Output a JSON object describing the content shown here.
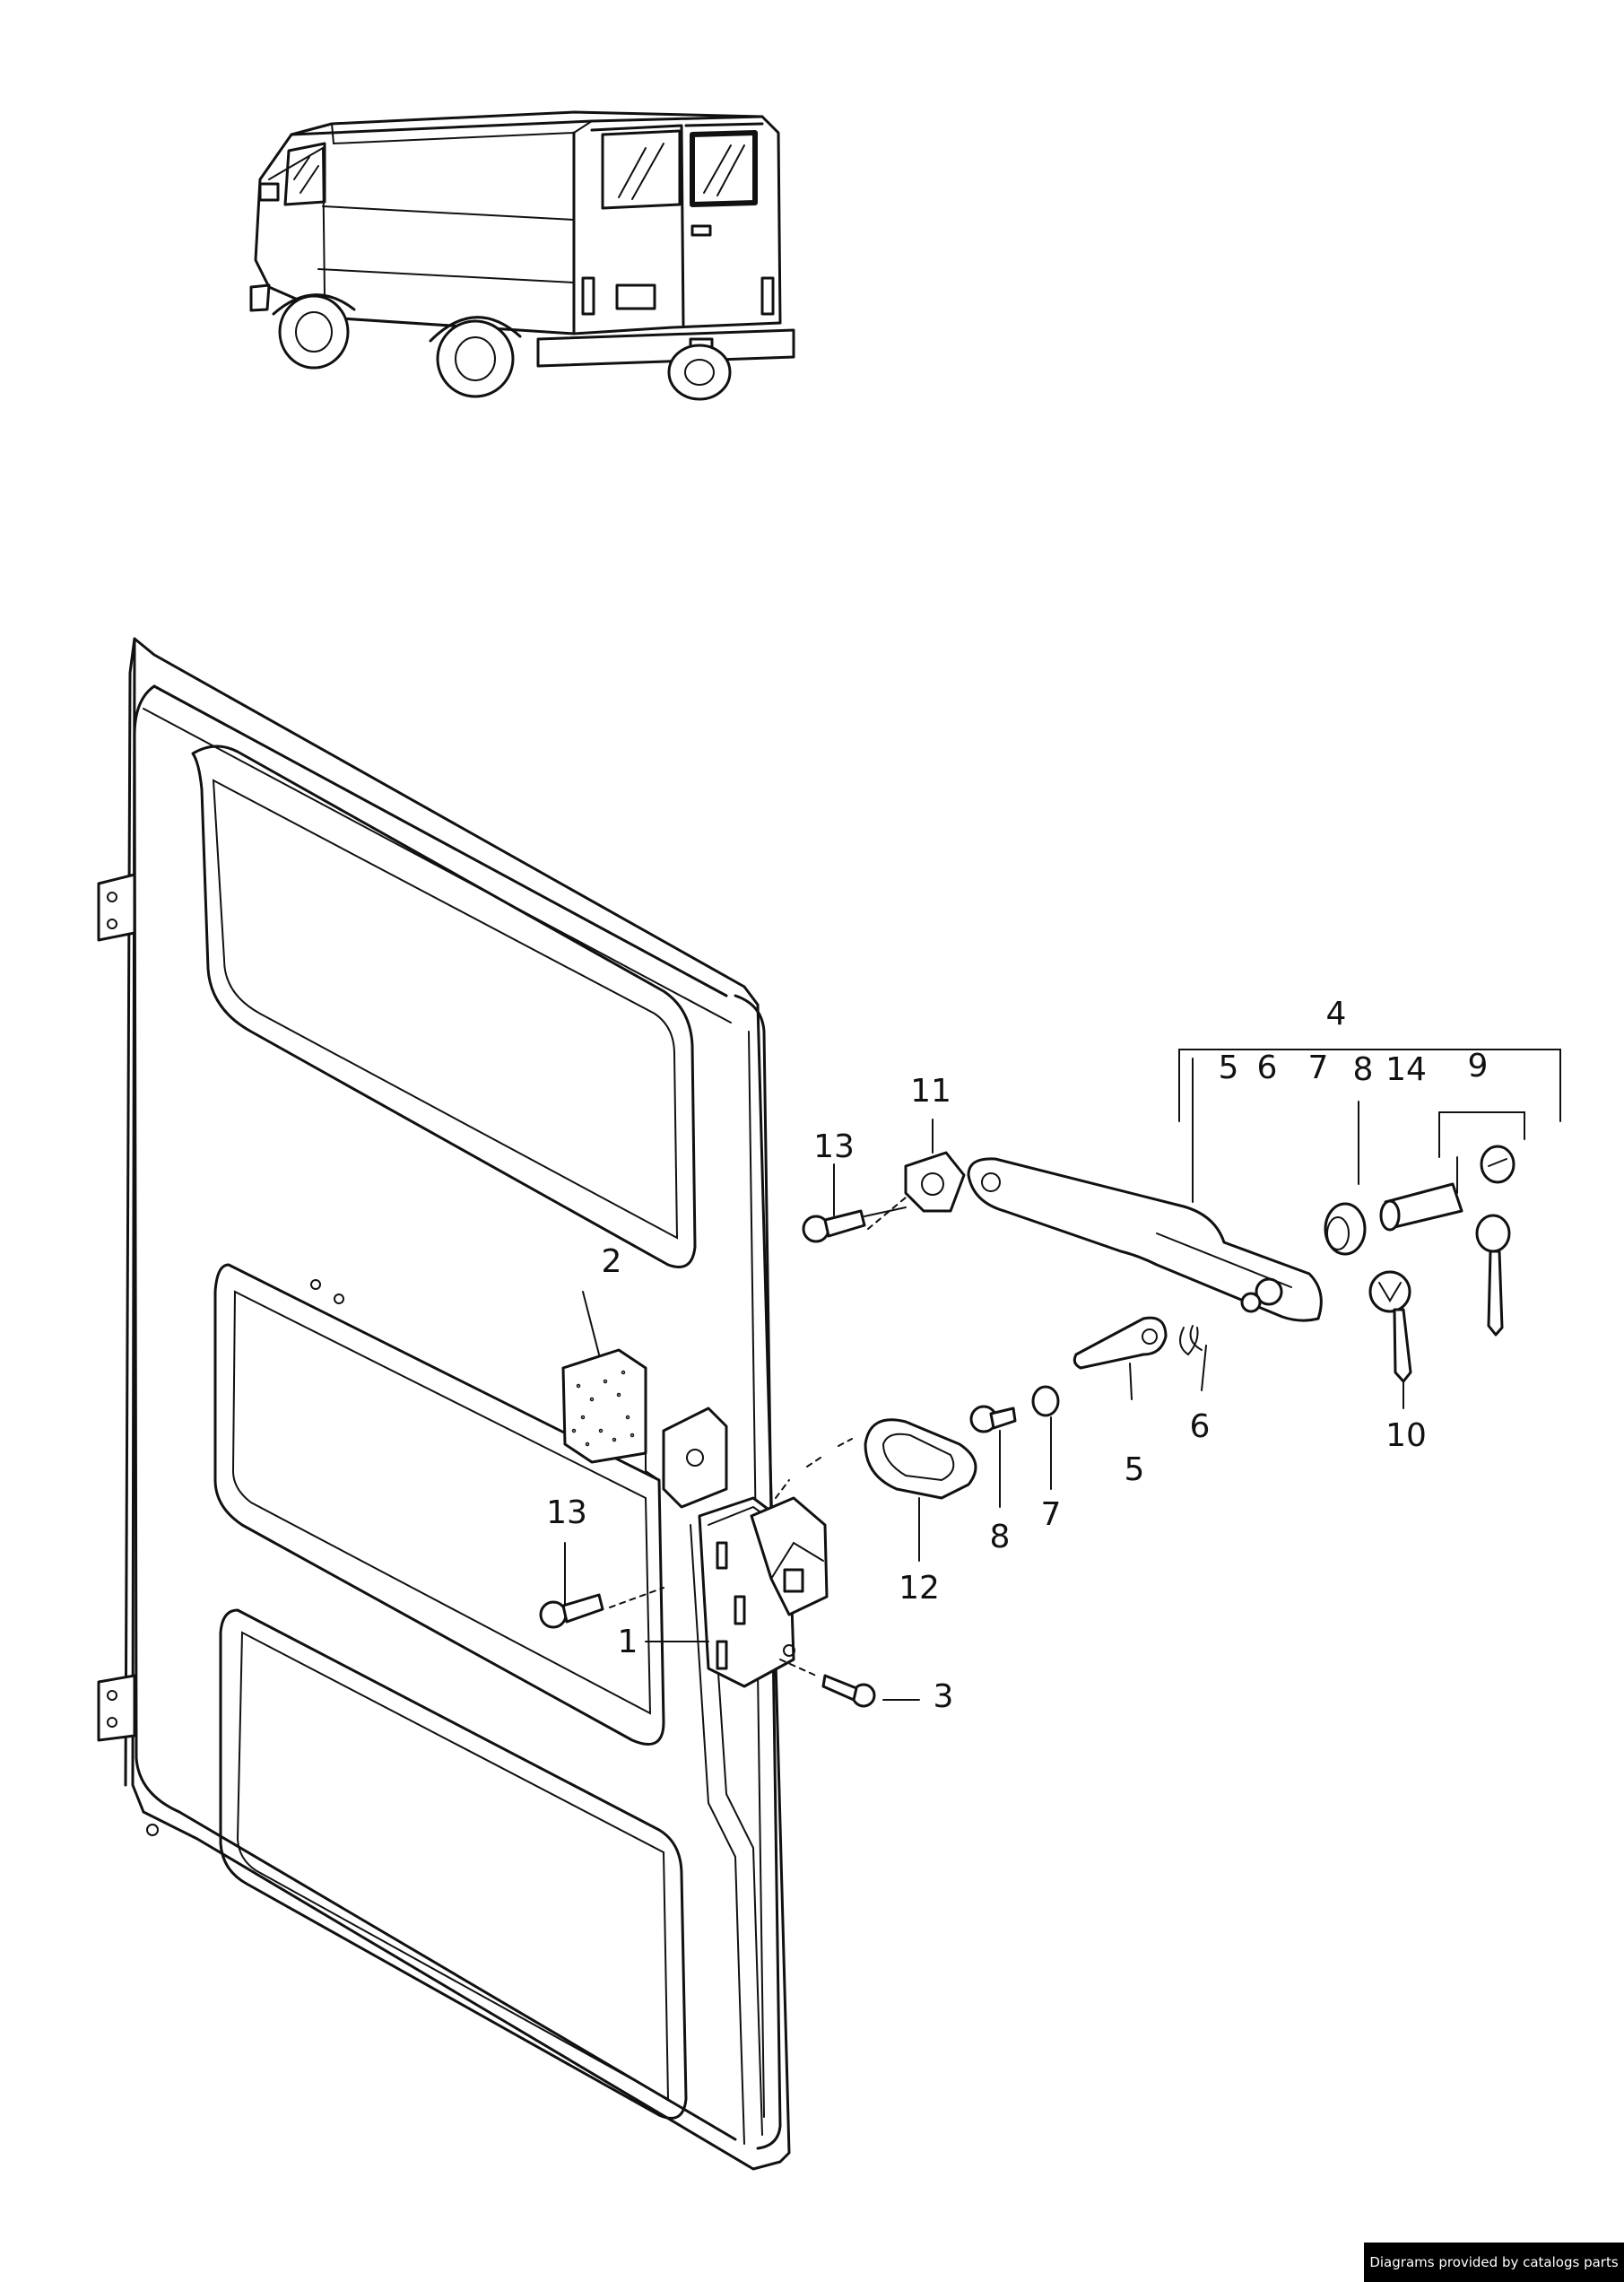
{
  "diagram": {
    "callouts": [
      {
        "id": "c4",
        "text": "4"
      },
      {
        "id": "c5a",
        "text": "5"
      },
      {
        "id": "c6a",
        "text": "6"
      },
      {
        "id": "c7a",
        "text": "7"
      },
      {
        "id": "c8a",
        "text": "8"
      },
      {
        "id": "c14",
        "text": "14"
      },
      {
        "id": "c9",
        "text": "9"
      },
      {
        "id": "c11",
        "text": "11"
      },
      {
        "id": "c13a",
        "text": "13"
      },
      {
        "id": "c2",
        "text": "2"
      },
      {
        "id": "c6b",
        "text": "6"
      },
      {
        "id": "c10",
        "text": "10"
      },
      {
        "id": "c7b",
        "text": "7"
      },
      {
        "id": "c5b",
        "text": "5"
      },
      {
        "id": "c8b",
        "text": "8"
      },
      {
        "id": "c12",
        "text": "12"
      },
      {
        "id": "c13b",
        "text": "13"
      },
      {
        "id": "c1",
        "text": "1"
      },
      {
        "id": "c3",
        "text": "3"
      }
    ]
  },
  "footer": {
    "credit": "Diagrams provided by catalogs parts"
  },
  "colors": {
    "ink": "#111111",
    "background": "#ffffff",
    "credit_bg": "#000000",
    "credit_text": "#ffffff"
  }
}
